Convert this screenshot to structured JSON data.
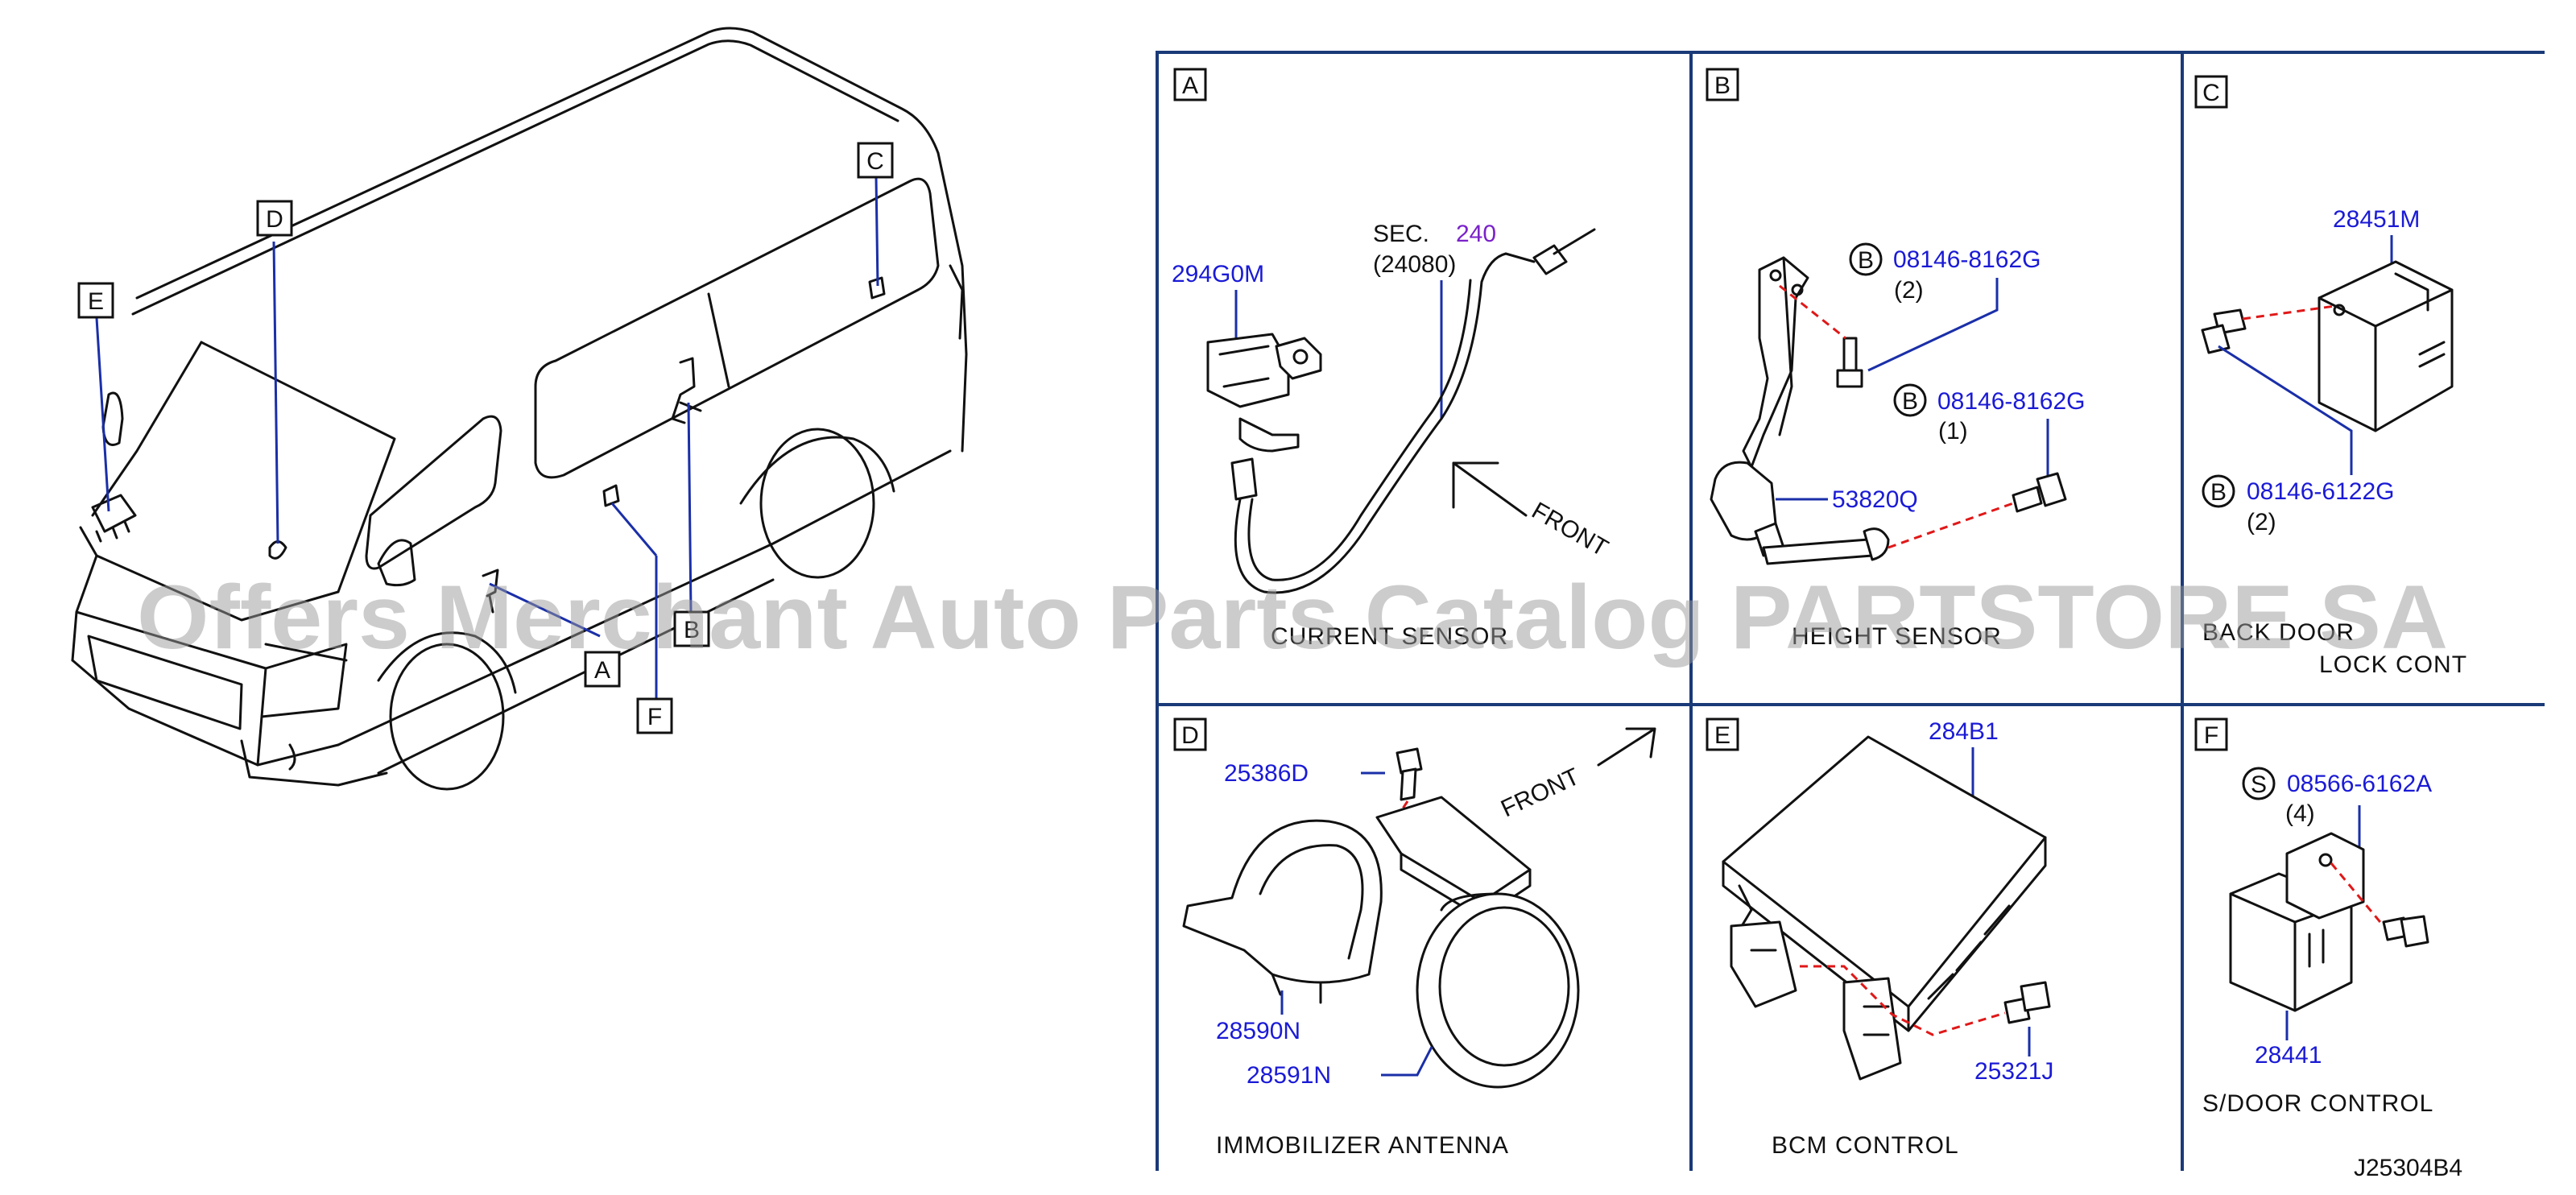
{
  "vehicle": {
    "callouts": [
      "A",
      "B",
      "C",
      "D",
      "E",
      "F"
    ]
  },
  "panels": {
    "A": {
      "letter": "A",
      "parts": [
        {
          "number": "294G0M"
        }
      ],
      "section_ref": {
        "prefix": "SEC.",
        "number": "240",
        "sub": "(24080)"
      },
      "front_label": "FRONT",
      "caption": "CURRENT SENSOR"
    },
    "B": {
      "letter": "B",
      "bolts": [
        {
          "badge": "B",
          "number": "08146-8162G",
          "qty": "(2)"
        },
        {
          "badge": "B",
          "number": "08146-8162G",
          "qty": "(1)"
        }
      ],
      "part": "53820Q",
      "caption": "HEIGHT SENSOR"
    },
    "C": {
      "letter": "C",
      "part": "28451M",
      "bolt": {
        "badge": "B",
        "number": "08146-6122G",
        "qty": "(2)"
      },
      "caption_line1": "BACK DOOR",
      "caption_line2": "LOCK CONT"
    },
    "D": {
      "letter": "D",
      "parts": [
        "25386D",
        "28590N",
        "28591N"
      ],
      "front_label": "FRONT",
      "caption": "IMMOBILIZER ANTENNA"
    },
    "E": {
      "letter": "E",
      "parts": [
        "284B1",
        "25321J"
      ],
      "caption": "BCM CONTROL"
    },
    "F": {
      "letter": "F",
      "bolt": {
        "badge": "S",
        "number": "08566-6162A",
        "qty": "(4)"
      },
      "part": "28441",
      "caption": "S/DOOR CONTROL"
    }
  },
  "diagram_code": "J25304B4",
  "watermark": "Offers Merchant Auto Parts Catalog PARTSTORE SA"
}
